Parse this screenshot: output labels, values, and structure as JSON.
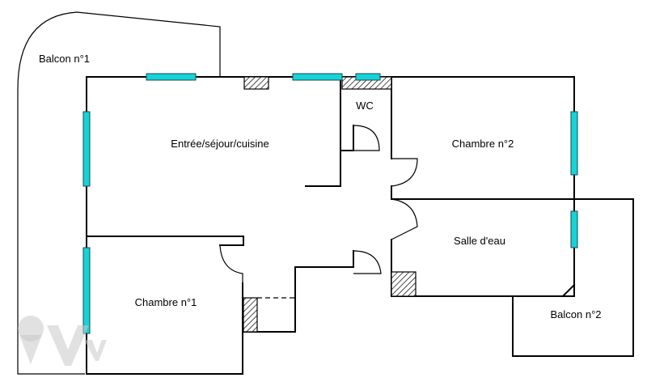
{
  "rooms": {
    "balcon1": "Balcon n°1",
    "wc": "WC",
    "entree": "Entrée/séjour/cuisine",
    "chambre2": "Chambre n°2",
    "salle_eau": "Salle d'eau",
    "chambre1": "Chambre n°1",
    "balcon2": "Balcon n°2"
  },
  "colors": {
    "window": "#16d3d8",
    "wall": "#000000",
    "background": "#ffffff"
  }
}
